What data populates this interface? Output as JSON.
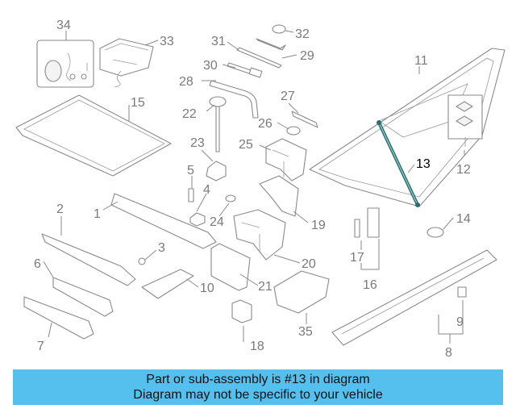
{
  "callouts": {
    "c1": "1",
    "c2": "2",
    "c3": "3",
    "c4": "4",
    "c5": "5",
    "c6": "6",
    "c7": "7",
    "c8": "8",
    "c9": "9",
    "c10": "10",
    "c11": "11",
    "c12": "12",
    "c13": "13",
    "c14": "14",
    "c15": "15",
    "c16": "16",
    "c17": "17",
    "c18": "18",
    "c19": "19",
    "c20": "20",
    "c21": "21",
    "c22": "22",
    "c23": "23",
    "c24": "24",
    "c25": "25",
    "c26": "26",
    "c27": "27",
    "c28": "28",
    "c29": "29",
    "c30": "30",
    "c31": "31",
    "c32": "32",
    "c33": "33",
    "c34": "34",
    "c35": "35"
  },
  "highlighted_part": "13",
  "colors": {
    "banner": "#55bfee",
    "highlight_part": "#2a6e6e",
    "line_art": "#8a8a8a"
  },
  "caption": {
    "line1": "Part or sub-assembly is #13 in diagram",
    "line2": "Diagram may not be specific to your vehicle"
  }
}
